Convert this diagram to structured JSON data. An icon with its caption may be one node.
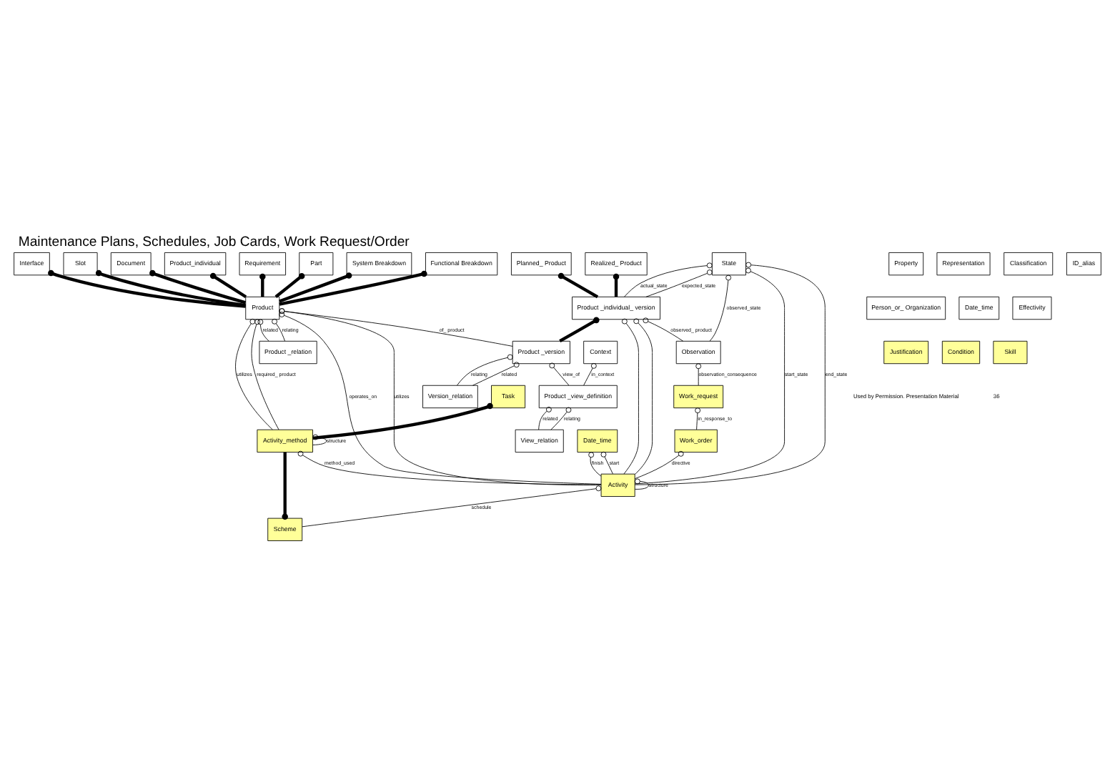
{
  "diagram": {
    "title": "Maintenance Plans, Schedules, Job Cards, Work Request/Order",
    "nodes": [
      {
        "text": [
          "Requirement"
        ]
      },
      {
        "text": [
          "Part"
        ]
      },
      {
        "text": [
          "System Breakdown"
        ]
      },
      {
        "text": [
          "Functional Breakdown"
        ]
      },
      {
        "text": [
          "Interface"
        ]
      },
      {
        "text": [
          "Slot"
        ]
      },
      {
        "text": [
          "Document"
        ]
      },
      {
        "text": [
          "Task"
        ]
      },
      {
        "text": [
          "Product _relation"
        ]
      },
      {
        "text": [
          "Version_relation"
        ]
      },
      {
        "text": [
          "View_relation"
        ]
      },
      {
        "text": [
          "Activity_method"
        ]
      },
      {
        "text": [
          "Product"
        ]
      },
      {
        "text": [
          "Product _version"
        ]
      },
      {
        "text": [
          "Product _view_definition"
        ]
      },
      {
        "text": [
          "Context"
        ]
      },
      {
        "text": [
          "Product_individual"
        ]
      },
      {
        "text": [
          "Scheme"
        ]
      },
      {
        "text": [
          "Observation"
        ]
      },
      {
        "text": [
          "Activity"
        ]
      },
      {
        "text": [
          "Product _individual_ version"
        ]
      },
      {
        "text": [
          "State"
        ]
      },
      {
        "text": [
          "Date_time"
        ]
      },
      {
        "text": [
          "Planned_ Product"
        ]
      },
      {
        "text": [
          "Realized_ Product"
        ]
      },
      {
        "text": [
          "Work_order"
        ]
      },
      {
        "text": [
          "Work_request"
        ]
      },
      {
        "text": [
          "Property"
        ]
      },
      {
        "text": [
          "Representation"
        ]
      },
      {
        "text": [
          "Classification"
        ]
      },
      {
        "text": [
          "ID_alias"
        ]
      },
      {
        "text": [
          "Person_or_ Organization"
        ]
      },
      {
        "text": [
          "Date_time"
        ]
      },
      {
        "text": [
          "Effectivity"
        ]
      },
      {
        "text": [
          "Justification"
        ]
      },
      {
        "text": [
          "Condition"
        ]
      },
      {
        "text": [
          "Skill"
        ]
      }
    ],
    "edges": [
      {
        "from": 0,
        "to": 12,
        "arrow": "other",
        "style": "thick"
      },
      {
        "from": 1,
        "to": 12,
        "arrow": "other",
        "style": "thick"
      },
      {
        "from": 2,
        "to": 12,
        "arrow": "other",
        "style": "thick"
      },
      {
        "from": 3,
        "to": 12,
        "arrow": "other",
        "style": "thick"
      },
      {
        "from": 4,
        "to": 12,
        "arrow": "other",
        "style": "thick"
      },
      {
        "from": 5,
        "to": 12,
        "arrow": "other",
        "style": "thick"
      },
      {
        "from": 6,
        "to": 12,
        "arrow": "other",
        "style": "thick"
      },
      {
        "from": 7,
        "to": 11,
        "arrow": "other",
        "style": "thick"
      },
      {
        "from": 11,
        "to": 11,
        "arrow": "other",
        "label": "structure"
      },
      {
        "from": 12,
        "to": 11,
        "arrow": "other",
        "label": "required_ product"
      },
      {
        "from": 12,
        "to": 11,
        "arrow": "other",
        "label": "utilizes"
      },
      {
        "from": 12,
        "to": 8,
        "arrow": "other",
        "label": "related"
      },
      {
        "from": 12,
        "to": 8,
        "arrow": "other",
        "label": "relating"
      },
      {
        "from": 12,
        "to": 13,
        "arrow": "other",
        "label": "of_ product"
      },
      {
        "from": 13,
        "to": 9,
        "arrow": "other",
        "label": "related"
      },
      {
        "from": 13,
        "to": 9,
        "arrow": "other",
        "label": "relating"
      },
      {
        "from": 13,
        "to": 14,
        "arrow": "other",
        "label": "view_of"
      },
      {
        "from": 14,
        "to": 10,
        "arrow": "other",
        "label": "related"
      },
      {
        "from": 14,
        "to": 10,
        "arrow": "other",
        "label": "relating"
      },
      {
        "from": 15,
        "to": 14,
        "arrow": "other",
        "label": "in_context"
      },
      {
        "from": 16,
        "to": 12,
        "arrow": "other",
        "style": "thick"
      },
      {
        "from": 17,
        "to": 11,
        "arrow": "other",
        "style": "thick"
      },
      {
        "from": 11,
        "to": 19,
        "arrow": "other",
        "label": "method_used"
      },
      {
        "from": 19,
        "to": 17,
        "arrow": "other",
        "label": "schedule"
      },
      {
        "from": 19,
        "to": 19,
        "arrow": "other",
        "label": "structure"
      },
      {
        "from": 12,
        "to": 19,
        "arrow": "other",
        "label": "operates_on"
      },
      {
        "from": 12,
        "to": 19,
        "arrow": "other",
        "label": "utilizes"
      },
      {
        "from": 20,
        "to": 19,
        "arrow": "other"
      },
      {
        "from": 20,
        "to": 19,
        "arrow": "other"
      },
      {
        "from": 20,
        "to": 18,
        "arrow": "other",
        "label": "observed_ product"
      },
      {
        "from": 21,
        "to": 18,
        "arrow": "other",
        "label": "observed_state"
      },
      {
        "from": 20,
        "to": 13,
        "arrow": "other",
        "style": "thick"
      },
      {
        "from": 21,
        "to": 20,
        "arrow": "other",
        "label": "actual_state"
      },
      {
        "from": 21,
        "to": 20,
        "arrow": "other",
        "label": "expected_state"
      },
      {
        "from": 23,
        "to": 20,
        "arrow": "other",
        "style": "thick"
      },
      {
        "from": 24,
        "to": 20,
        "arrow": "other",
        "style": "thick"
      },
      {
        "from": 22,
        "to": 19,
        "arrow": "other",
        "label": "start"
      },
      {
        "from": 22,
        "to": 19,
        "arrow": "other",
        "label": "finish"
      },
      {
        "from": 21,
        "to": 19,
        "arrow": "other",
        "label": "start_state"
      },
      {
        "from": 21,
        "to": 19,
        "arrow": "other",
        "label": "end_state"
      },
      {
        "from": 25,
        "to": 19,
        "arrow": "other",
        "label": "directive"
      },
      {
        "from": 26,
        "to": 25,
        "arrow": "other",
        "label": "in_response_to"
      },
      {
        "from": 18,
        "to": 26,
        "arrow": "other",
        "label": "observation_consequence"
      }
    ],
    "labels": [
      "Used by Permission. Presentation Material",
      "36"
    ]
  }
}
